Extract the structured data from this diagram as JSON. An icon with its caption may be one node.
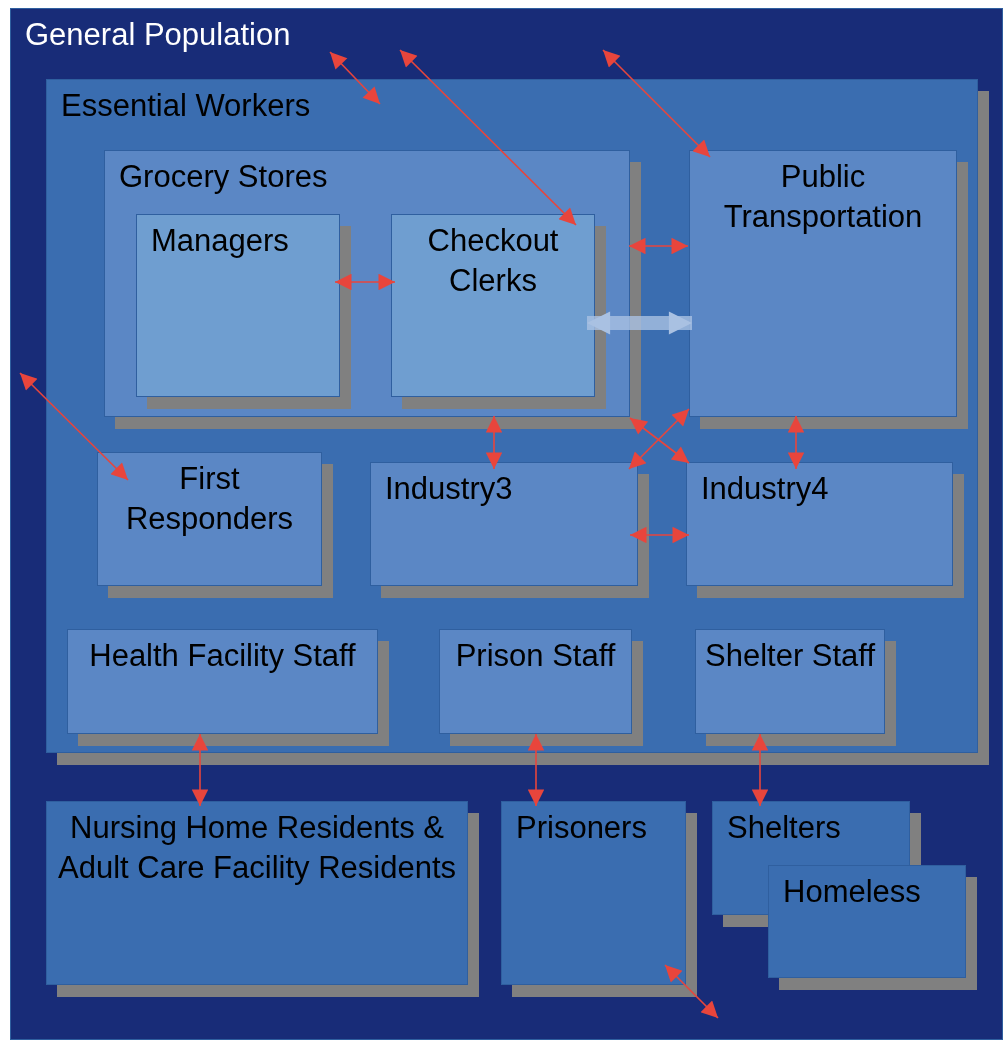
{
  "diagram": {
    "nodes": [
      {
        "text": [
          "General Population"
        ]
      },
      {
        "text": [
          "Essential Workers"
        ],
        "in": 0
      },
      {
        "text": [
          "Grocery Stores"
        ],
        "in": 1
      },
      {
        "text": [
          "Managers"
        ],
        "in": 2
      },
      {
        "text": [
          "Checkout Clerks"
        ],
        "in": 2
      },
      {
        "text": [
          "Public Transportation"
        ],
        "in": 1
      },
      {
        "text": [
          "First Responders"
        ],
        "in": 1
      },
      {
        "text": [
          "Industry3"
        ],
        "in": 1
      },
      {
        "text": [
          "Industry4"
        ],
        "in": 1
      },
      {
        "text": [
          "Health Facility Staff"
        ],
        "in": 1
      },
      {
        "text": [
          "Prison Staff"
        ],
        "in": 1
      },
      {
        "text": [
          "Shelter Staff"
        ],
        "in": 1
      },
      {
        "text": [
          "Nursing Home Residents & Adult Care Facility Residents"
        ],
        "in": 0
      },
      {
        "text": [
          "Prisoners"
        ],
        "in": 0
      },
      {
        "text": [
          "Shelters"
        ],
        "in": 0
      },
      {
        "text": [
          "Homeless"
        ],
        "in": 0
      }
    ],
    "edges": [
      {
        "from": 0,
        "to": 1,
        "arrow": "both"
      },
      {
        "from": 0,
        "to": 4,
        "arrow": "both"
      },
      {
        "from": 0,
        "to": 5,
        "arrow": "both"
      },
      {
        "from": 0,
        "to": 6,
        "arrow": "both"
      },
      {
        "from": 3,
        "to": 4,
        "arrow": "both"
      },
      {
        "from": 2,
        "to": 5,
        "arrow": "both"
      },
      {
        "from": 4,
        "to": 5,
        "arrow": "both",
        "style": "thick",
        "color": "#a9c1e2"
      },
      {
        "from": 2,
        "to": 7,
        "arrow": "both"
      },
      {
        "from": 5,
        "to": 8,
        "arrow": "both"
      },
      {
        "from": 5,
        "to": 7,
        "arrow": "both"
      },
      {
        "from": 2,
        "to": 8,
        "arrow": "both"
      },
      {
        "from": 7,
        "to": 8,
        "arrow": "both"
      },
      {
        "from": 9,
        "to": 12,
        "arrow": "both"
      },
      {
        "from": 10,
        "to": 13,
        "arrow": "both"
      },
      {
        "from": 11,
        "to": 14,
        "arrow": "both"
      },
      {
        "from": 13,
        "to": 0,
        "arrow": "both"
      }
    ]
  }
}
